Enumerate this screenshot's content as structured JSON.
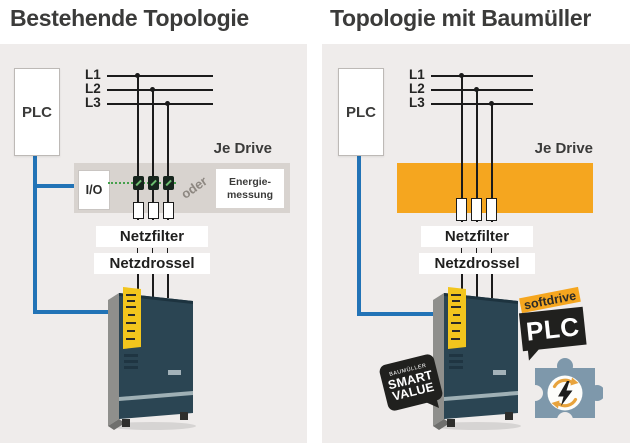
{
  "left_panel": {
    "title": "Bestehende Topologie",
    "plc": "PLC",
    "phases": [
      "L1",
      "L2",
      "L3"
    ],
    "je_drive": "Je Drive",
    "io": "I/O",
    "oder": "oder",
    "energie_line1": "Energie-",
    "energie_line2": "messung",
    "netzfilter": "Netzfilter",
    "netzdrossel": "Netzdrossel"
  },
  "right_panel": {
    "title": "Topologie mit Baumüller",
    "plc": "PLC",
    "phases": [
      "L1",
      "L2",
      "L3"
    ],
    "je_drive": "Je Drive",
    "netzfilter": "Netzfilter",
    "netzdrossel": "Netzdrossel",
    "smart_value_badge": {
      "line1": "BAUMÜLLER",
      "line2": "SMART",
      "line3": "VALUE"
    },
    "softdrive_badge": {
      "top": "softdrive",
      "main": "PLC"
    }
  },
  "colors": {
    "panel_bg": "#efeceb",
    "group_box_bg": "#d8d3cf",
    "accent_blue": "#2273b6",
    "accent_orange": "#f5a61f",
    "line_black": "#1b1b1b",
    "sensor_green": "#44a04c",
    "drive_front": "#2b4553",
    "drive_module_yellow": "#f2c51d",
    "badge_black": "#20201e",
    "puzzle_blue": "#7e98ab",
    "puzzle_orange": "#e8a33c"
  }
}
